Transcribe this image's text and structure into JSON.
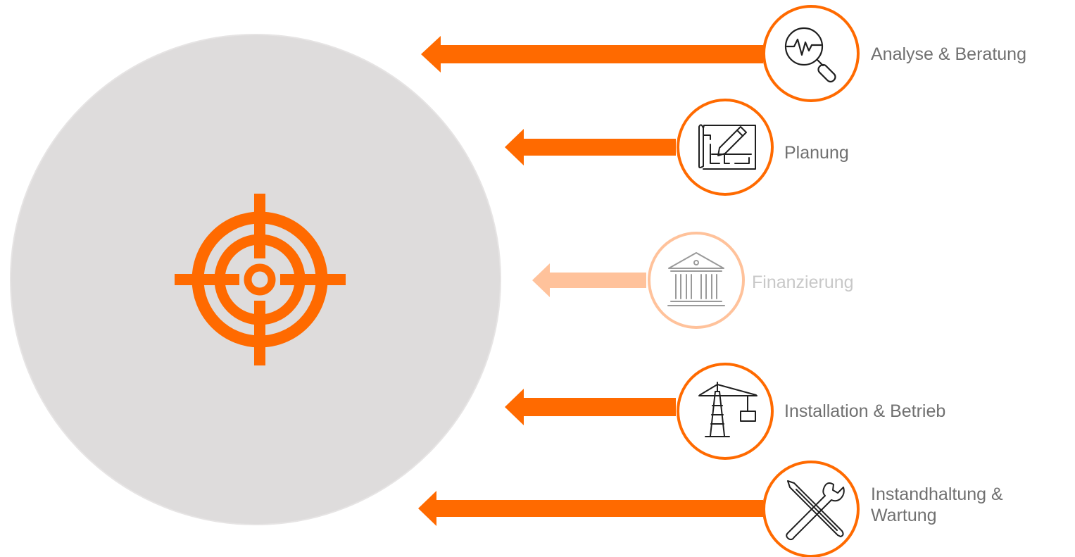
{
  "colors": {
    "accent": "#ff6a00",
    "accent_faded": "#ffc29b",
    "hub_fill": "#dedcdc",
    "text": "#707070",
    "text_faded": "#c8c8c8",
    "icon_stroke": "#1f1f1f"
  },
  "hub": {
    "icon": "target-crosshair-icon"
  },
  "services": [
    {
      "label": "Analyse & Beratung",
      "icon": "analysis-magnifier-icon",
      "faded": false
    },
    {
      "label": "Planung",
      "icon": "blueprint-pencil-icon",
      "faded": false
    },
    {
      "label": "Finanzierung",
      "icon": "bank-building-icon",
      "faded": true
    },
    {
      "label": "Installation & Betrieb",
      "icon": "construction-crane-icon",
      "faded": false
    },
    {
      "label_lines": [
        "Instandhaltung &",
        "Wartung"
      ],
      "icon": "wrench-screwdriver-icon",
      "faded": false
    }
  ]
}
